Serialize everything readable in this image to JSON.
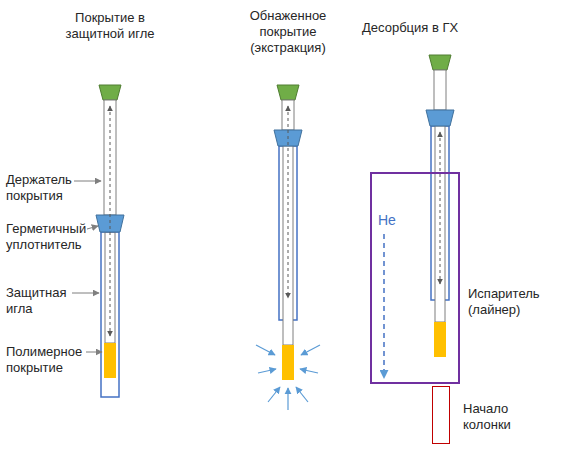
{
  "diagram": {
    "nodes": [
      {
        "text": [
          "Испаритель (лайнер)"
        ]
      },
      {
        "text": [
          "Начало колонки"
        ]
      }
    ],
    "labels": [
      "Покрытие в защитной игле",
      "Обнаженное покрытие (экстракция)",
      "Десорбция в ГХ",
      "Держатель покрытия",
      "Герметичный уплотнитель",
      "Защитная игла",
      "Полимерное покрытие",
      "He"
    ]
  }
}
